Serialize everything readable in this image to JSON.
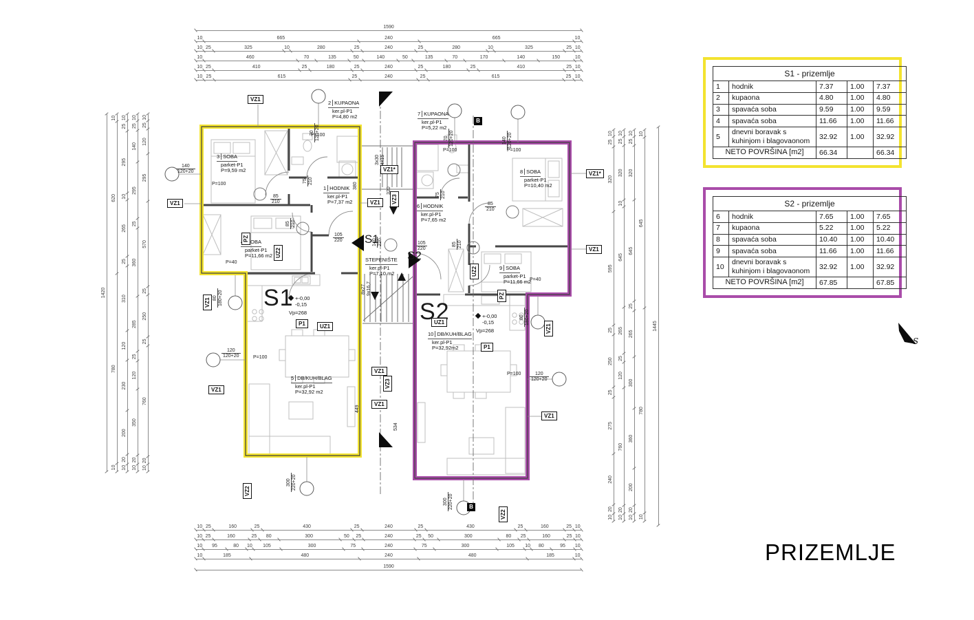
{
  "page_title": "PRIZEMLJE",
  "north_label": "S",
  "colors": {
    "s1_outline": "#F3E32F",
    "s2_outline": "#A94CA9"
  },
  "tables": {
    "s1": {
      "title": "S1 - prizemlje",
      "rows": [
        {
          "num": "1",
          "name": "hodnik",
          "area": "7.37",
          "coef": "1.00",
          "total": "7.37"
        },
        {
          "num": "2",
          "name": "kupaona",
          "area": "4.80",
          "coef": "1.00",
          "total": "4.80"
        },
        {
          "num": "3",
          "name": "spavaća soba",
          "area": "9.59",
          "coef": "1.00",
          "total": "9.59"
        },
        {
          "num": "4",
          "name": "spavaća soba",
          "area": "11.66",
          "coef": "1.00",
          "total": "11.66"
        },
        {
          "num": "5",
          "name": "dnevni boravak s kuhinjom i blagovaonom",
          "area": "32.92",
          "coef": "1.00",
          "total": "32.92"
        }
      ],
      "footer": {
        "label": "NETO POVRŠINA [m2]",
        "area": "66.34",
        "total": "66.34"
      }
    },
    "s2": {
      "title": "S2 - prizemlje",
      "rows": [
        {
          "num": "6",
          "name": "hodnik",
          "area": "7.65",
          "coef": "1.00",
          "total": "7.65"
        },
        {
          "num": "7",
          "name": "kupaona",
          "area": "5.22",
          "coef": "1.00",
          "total": "5.22"
        },
        {
          "num": "8",
          "name": "spavaća soba",
          "area": "10.40",
          "coef": "1.00",
          "total": "10.40"
        },
        {
          "num": "9",
          "name": "spavaća soba",
          "area": "11.66",
          "coef": "1.00",
          "total": "11.66"
        },
        {
          "num": "10",
          "name": "dnevni boravak s kuhinjom i blagovaonom",
          "area": "32.92",
          "coef": "1.00",
          "total": "32.92"
        }
      ],
      "footer": {
        "label": "NETO POVRŠINA [m2]",
        "area": "67.85",
        "total": "67.85"
      }
    }
  },
  "rooms": {
    "r1": {
      "id": "1",
      "name": "HODNIK",
      "finish": "ker.pl-P1",
      "area": "P=7,37 m2"
    },
    "r2": {
      "id": "2",
      "name": "KUPAONA",
      "finish": "ker.pl-P1",
      "area": "P=4,80 m2"
    },
    "r3": {
      "id": "3",
      "name": "SOBA",
      "finish": "parket-P1",
      "area": "P=9,59 m2"
    },
    "r4": {
      "id": "4",
      "name": "SOBA",
      "finish": "parket-P1",
      "area": "P=11,66 m2"
    },
    "r5": {
      "id": "5",
      "name": "DB/KUH/BLAG",
      "finish": "ker.pl-P1",
      "area": "P=32,92 m2"
    },
    "r6": {
      "id": "6",
      "name": "HODNIK",
      "finish": "ker.pl-P1",
      "area": "P=7,65 m2"
    },
    "r7": {
      "id": "7",
      "name": "KUPAONA",
      "finish": "ker.pl-P1",
      "area": "P=5,22 m2"
    },
    "r8": {
      "id": "8",
      "name": "SOBA",
      "finish": "parket-P1",
      "area": "P=10,40 m2"
    },
    "r9": {
      "id": "9",
      "name": "SOBA",
      "finish": "parket-P1",
      "area": "P=11,66 m2"
    },
    "r10": {
      "id": "10",
      "name": "DB/KUH/BLAG",
      "finish": "ker.pl-P1",
      "area": "P=32,92m2"
    },
    "stair": {
      "name": "STEPENIŠTE",
      "finish": "ker.pl-P1",
      "area": "P=7,10 m2"
    }
  },
  "unit_labels": {
    "s1": "S1",
    "s2": "S2"
  },
  "entry_labels": {
    "s1": "S1",
    "s2": "S2"
  },
  "tags": {
    "vz1": "VZ1",
    "vz1s": "VZ1*",
    "vz2": "VZ2",
    "vz3": "VZ3",
    "uz1": "UZ1",
    "uz2": "UZ2",
    "pz": "PZ",
    "p1": "P1"
  },
  "p_labels": {
    "p100": "P=100",
    "p40": "P=40"
  },
  "levels": {
    "top": "+-0,00",
    "bottom": "-0,15",
    "vp": "Vp=268"
  },
  "openings": {
    "d75": {
      "num": "75",
      "den": "210"
    },
    "d85": {
      "num": "85",
      "den": "210"
    },
    "d105": {
      "num": "105",
      "den": "220"
    },
    "d140": {
      "num": "140",
      "den": "220"
    },
    "w140": {
      "num": "140",
      "den": "120+20"
    },
    "w70": {
      "num": "70",
      "den": "120+20"
    },
    "w120": {
      "num": "120",
      "den": "120+20"
    },
    "w80": {
      "num": "80",
      "den": "180+20"
    },
    "w300": {
      "num": "300",
      "den": "220+20"
    }
  },
  "misc_dims": {
    "d380": "380",
    "d320": "320",
    "s330": "3x30",
    "s415": "4x15",
    "d449": "449",
    "d534": "534",
    "s827": "8x27",
    "s9167": "9x16,7"
  },
  "section_marks": {
    "b": "B"
  },
  "dims": {
    "top": [
      [
        "1590"
      ],
      [
        "10",
        "665",
        "240",
        "665",
        "10"
      ],
      [
        "10",
        "25",
        "325",
        "10",
        "280",
        "25",
        "240",
        "25",
        "280",
        "10",
        "325",
        "25",
        "10"
      ],
      [
        "10",
        "460",
        "70",
        "135",
        "50",
        "140",
        "50",
        "135",
        "70",
        "170",
        "140",
        "150",
        "10"
      ],
      [
        "10",
        "25",
        "410",
        "25",
        "180",
        "25",
        "240",
        "25",
        "180",
        "25",
        "410",
        "25",
        "10"
      ],
      [
        "10",
        "25",
        "615",
        "25",
        "240",
        "25",
        "615",
        "25",
        "10"
      ]
    ],
    "bottom": [
      [
        "10",
        "25",
        "160",
        "25",
        "430",
        "25",
        "240",
        "25",
        "430",
        "25",
        "160",
        "25",
        "10"
      ],
      [
        "10",
        "25",
        "160",
        "25",
        "80",
        "300",
        "50",
        "25",
        "240",
        "25",
        "50",
        "300",
        "80",
        "25",
        "160",
        "25",
        "10"
      ],
      [
        "10",
        "95",
        "80",
        "10",
        "105",
        "300",
        "75",
        "240",
        "75",
        "300",
        "105",
        "10",
        "80",
        "95",
        "10"
      ],
      [
        "10",
        "185",
        "480",
        "240",
        "480",
        "185",
        "10"
      ],
      [
        "1590"
      ]
    ],
    "left": [
      [
        "1420"
      ],
      [
        "10",
        "620",
        "780",
        "10"
      ],
      [
        "10",
        "25",
        "295",
        "10",
        "265",
        "25",
        "310",
        "120",
        "230",
        "200",
        "20",
        "10"
      ],
      [
        "10",
        "25",
        "140",
        "295",
        "25",
        "360",
        "285",
        "25",
        "120",
        "350",
        "20",
        "10"
      ],
      [
        "10",
        "25",
        "120",
        "295",
        "570",
        "25",
        "250",
        "25",
        "760",
        "20",
        "10"
      ]
    ],
    "right": [
      [
        "10",
        "25",
        "320",
        "595",
        "25",
        "250",
        "25",
        "275",
        "240",
        "20",
        "10"
      ],
      [
        "10",
        "25",
        "320",
        "10",
        "645",
        "265",
        "25",
        "120",
        "760",
        "20",
        "10"
      ],
      [
        "10",
        "25",
        "320",
        "645",
        "25",
        "265",
        "300",
        "360",
        "200",
        "20",
        "10"
      ],
      [
        "10",
        "645",
        "780",
        "10"
      ],
      [
        "1445"
      ]
    ]
  }
}
